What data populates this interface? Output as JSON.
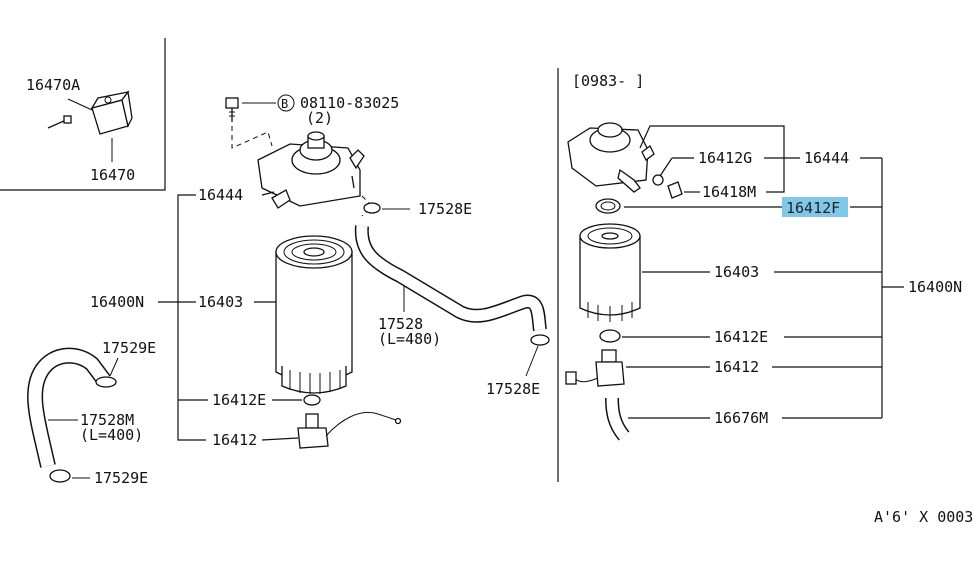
{
  "labels": {
    "p16470a": "16470A",
    "p16470": "16470",
    "bolt": "08110-83025",
    "bolt_qty": "(2)",
    "bolt_mark": "B",
    "l_16444": "16444",
    "l_17528e_top": "17528E",
    "l_16400n": "16400N",
    "l_16403": "16403",
    "l_17528": "17528",
    "l_17528_len": "(L=480)",
    "l_17528e_right": "17528E",
    "l_17529e_top": "17529E",
    "l_17528m": "17528M",
    "l_17528m_len": "(L=400)",
    "l_17529e_bot": "17529E",
    "l_16412e": "16412E",
    "l_16412": "16412",
    "date_range": "[0983-     ]",
    "r_16412g": "16412G",
    "r_16444": "16444",
    "r_16418m": "16418M",
    "r_16412f": "16412F",
    "r_16403": "16403",
    "r_16400n": "16400N",
    "r_16412e": "16412E",
    "r_16412": "16412",
    "r_16676m": "16676M",
    "footer_code": "A'6' X 0003"
  },
  "colors": {
    "highlight": "#7fc8ea"
  }
}
